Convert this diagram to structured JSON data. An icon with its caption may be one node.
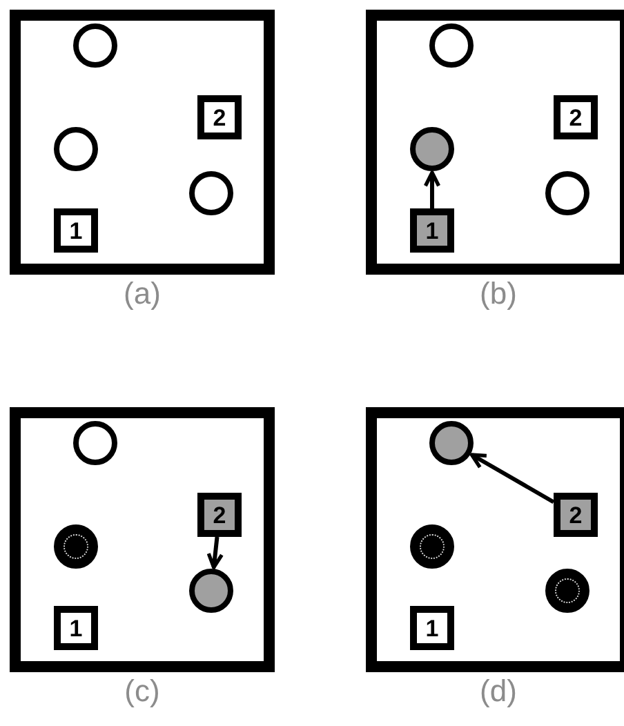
{
  "diagram": {
    "nodes": [
      {
        "text": [],
        "shape": "box",
        "beside": [
          "(a)"
        ]
      },
      {
        "text": [],
        "shape": "circle",
        "in": 0
      },
      {
        "text": [
          "2"
        ],
        "in": 0
      },
      {
        "text": [],
        "shape": "circle",
        "in": 0
      },
      {
        "text": [],
        "shape": "circle",
        "in": 0
      },
      {
        "text": [
          "1"
        ],
        "in": 0
      },
      {
        "text": [],
        "shape": "box",
        "beside": [
          "(b)"
        ]
      },
      {
        "text": [],
        "shape": "circle",
        "in": 6
      },
      {
        "text": [
          "2"
        ],
        "in": 6
      },
      {
        "text": [],
        "shape": "circle",
        "in": 6
      },
      {
        "text": [],
        "shape": "circle",
        "in": 6
      },
      {
        "text": [
          "1"
        ],
        "in": 6
      },
      {
        "text": [],
        "shape": "box",
        "beside": [
          "(c)"
        ]
      },
      {
        "text": [],
        "shape": "circle",
        "in": 12
      },
      {
        "text": [
          "2"
        ],
        "in": 12
      },
      {
        "text": [],
        "shape": "circle",
        "in": 12
      },
      {
        "text": [],
        "shape": "circle",
        "in": 12
      },
      {
        "text": [
          "1"
        ],
        "in": 12
      },
      {
        "text": [],
        "shape": "box",
        "beside": [
          "(d)"
        ]
      },
      {
        "text": [],
        "shape": "circle",
        "in": 18
      },
      {
        "text": [
          "2"
        ],
        "in": 18
      },
      {
        "text": [],
        "shape": "circle",
        "in": 18
      },
      {
        "text": [],
        "shape": "circle",
        "in": 18
      },
      {
        "text": [
          "1"
        ],
        "in": 18
      }
    ],
    "edges": [
      {
        "from": 11,
        "to": 9,
        "arrow": "to"
      },
      {
        "from": 14,
        "to": 16,
        "arrow": "to"
      },
      {
        "from": 20,
        "to": 19,
        "arrow": "to"
      }
    ]
  }
}
